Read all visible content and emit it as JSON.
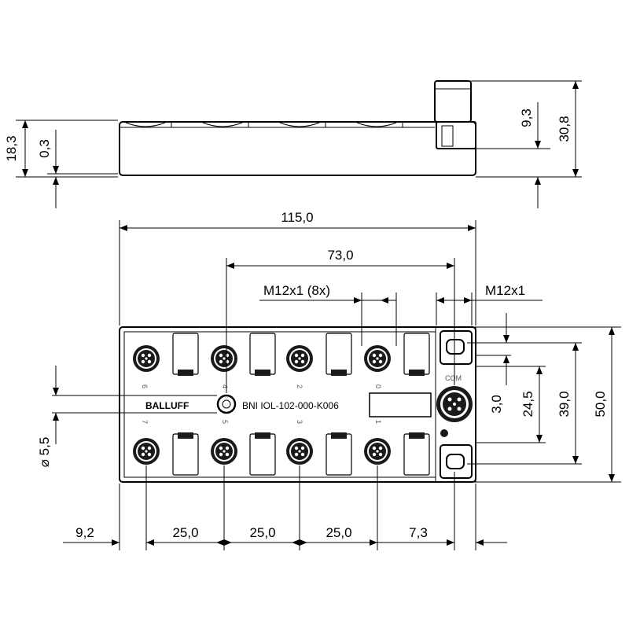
{
  "drawing": {
    "brand": "BALLUFF",
    "part_code": "BNI IOL-102-000-K006",
    "com_label": "COM",
    "port_numbers": [
      "6",
      "4",
      "2",
      "0",
      "7",
      "5",
      "3",
      "1"
    ],
    "side_view_dimensions": {
      "height_body": "18,3",
      "offset": "0,3",
      "connector_offset": "9,3",
      "total_height": "30,8"
    },
    "top_view_dimensions": {
      "overall_length": "115,0",
      "port_span": "73,0",
      "port_thread": "M12x1  (8x)",
      "com_thread": "M12x1",
      "hole_diameter": "⌀ 5,5",
      "width_total": "50,0",
      "hole_spacing": "39,0",
      "com_offset": "24,5",
      "small_gap": "3,0",
      "bottom_pitch": [
        "9,2",
        "25,0",
        "25,0",
        "25,0",
        "7,3"
      ]
    },
    "colors": {
      "line": "#000000",
      "connector_fill": "#1a1a1a",
      "background": "#ffffff"
    }
  }
}
